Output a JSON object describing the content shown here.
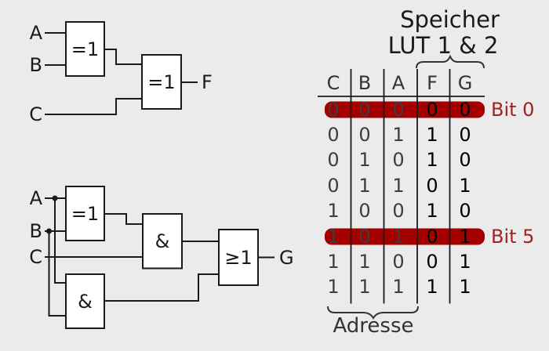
{
  "colors": {
    "background": "#EBEBEB",
    "stroke": "#1A1A1A",
    "highlight_band": "#A40000",
    "bit_label": "#A22222",
    "address_text": "#3D3D3D",
    "data_text": "#000000"
  },
  "circuit_top": {
    "input_a": "A",
    "input_b": "B",
    "input_c": "C",
    "output": "F",
    "xor1_label": "=1",
    "xor2_label": "=1"
  },
  "circuit_bottom": {
    "input_a": "A",
    "input_b": "B",
    "input_c": "C",
    "output": "G",
    "xor_label": "=1",
    "and_top_label": "&",
    "and_bottom_label": "&",
    "or_label": "≥1"
  },
  "table": {
    "title_line1": "Speicher",
    "title_line2": "LUT 1 & 2",
    "headers": [
      "C",
      "B",
      "A",
      "F",
      "G"
    ],
    "rows": [
      [
        "0",
        "0",
        "0",
        "0",
        "0"
      ],
      [
        "0",
        "0",
        "1",
        "1",
        "0"
      ],
      [
        "0",
        "1",
        "0",
        "1",
        "0"
      ],
      [
        "0",
        "1",
        "1",
        "0",
        "1"
      ],
      [
        "1",
        "0",
        "0",
        "1",
        "0"
      ],
      [
        "1",
        "0",
        "1",
        "0",
        "1"
      ],
      [
        "1",
        "1",
        "0",
        "0",
        "1"
      ],
      [
        "1",
        "1",
        "1",
        "1",
        "1"
      ]
    ],
    "highlighted_rows": [
      0,
      5
    ],
    "bit_label_row0": "Bit 0",
    "bit_label_row5": "Bit 5",
    "footer": "Adresse"
  }
}
